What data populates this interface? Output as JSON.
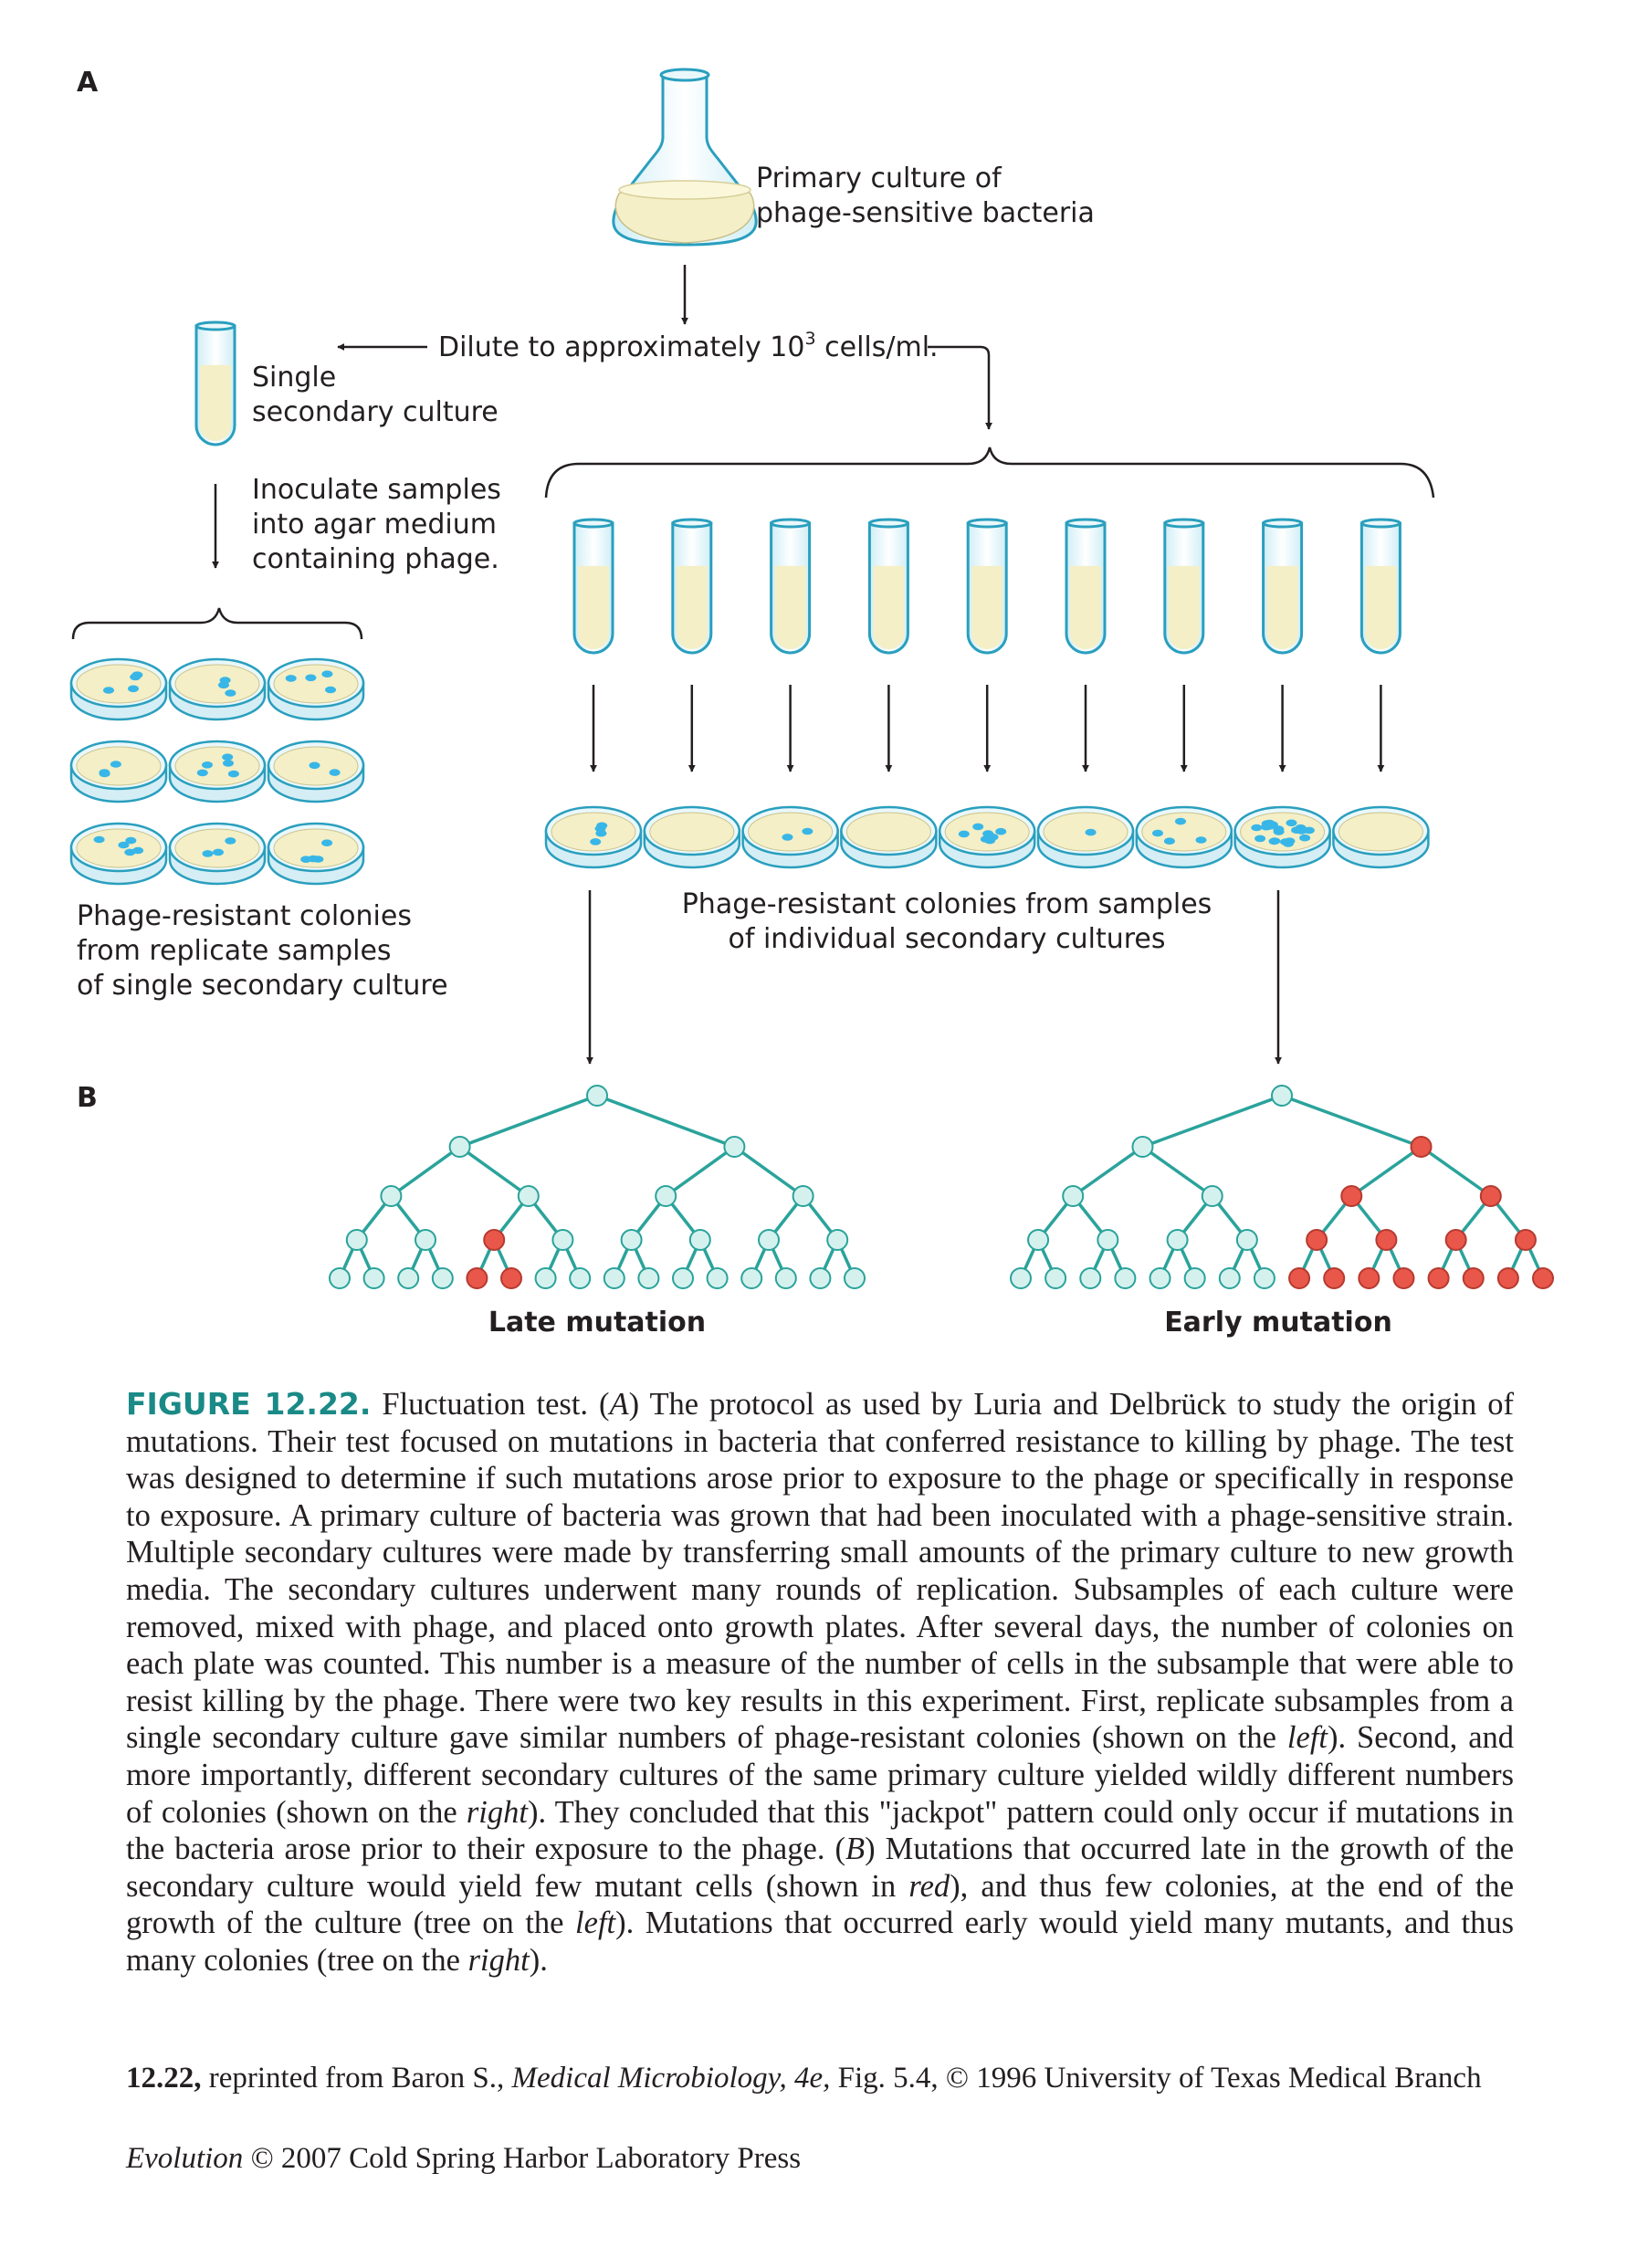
{
  "panel_a": {
    "label": "A",
    "flask_label": [
      "Primary culture of",
      "phage-sensitive bacteria"
    ],
    "dilute_label": "Dilute to approximately 10",
    "dilute_exponent": "3",
    "dilute_suffix": " cells/ml.",
    "single_label": [
      "Single",
      "secondary culture"
    ],
    "inoculate_label": [
      "Inoculate samples",
      "into agar medium",
      "containing phage."
    ],
    "left_result_label": [
      "Phage-resistant colonies",
      "from replicate samples",
      "of single secondary culture"
    ],
    "right_result_label": [
      "Phage-resistant colonies from samples",
      "of individual secondary cultures"
    ],
    "replicate_colony_counts": [
      4,
      3,
      4,
      3,
      5,
      2,
      5,
      3,
      4
    ],
    "individual_colony_counts": [
      4,
      0,
      2,
      0,
      7,
      1,
      4,
      20,
      0
    ]
  },
  "panel_b": {
    "label": "B",
    "late_label": "Late mutation",
    "early_label": "Early mutation"
  },
  "colors": {
    "teal": "#2aa39b",
    "node_fill": "#d5f1ee",
    "mutant": "#e8574a",
    "colony": "#38b6e8",
    "medium": "#f4efc6",
    "caption_label": "#1a8a86"
  },
  "caption": {
    "label": "FIGURE 12.22.",
    "p1": " Fluctuation test. (",
    "a": "A",
    "p2": ") The protocol as used by Luria and Delbrück to study the origin of mutations. Their test focused on mutations in bacteria that conferred resistance to killing by phage. The test was designed to determine if such mutations arose prior to exposure to the phage or specifically in response to exposure. A primary culture of bacteria was grown that had been inoculated with a phage-sensitive strain. Multiple secondary cultures were made by transferring small amounts of the primary culture to new growth media. The secondary cultures underwent many rounds of replication. Subsamples of each culture were removed, mixed with phage, and placed onto growth plates. After several days, the number of colonies on each plate was counted. This number is a measure of the number of cells in the subsample that were able to resist killing by the phage. There were two key results in this experiment. First, replicate subsamples from a single secondary culture gave similar numbers of phage-resistant colonies (shown on the ",
    "left1": "left",
    "p3": "). Second, and more importantly, different secondary cultures of the same primary culture yielded wildly different numbers of colonies (shown on the ",
    "right1": "right",
    "p4": "). They concluded that this \"jackpot\" pattern could only occur if mutations in the bacteria arose prior to their exposure to the phage. (",
    "b": "B",
    "p5": ") Mutations that occurred late in the growth of the secondary culture would yield few mutant cells (shown in ",
    "red": "red",
    "p6": "), and thus few colonies, at the end of the growth of the culture (tree on the ",
    "left2": "left",
    "p7": "). Mutations that occurred early would yield many mutants, and thus many colonies (tree on the ",
    "right2": "right",
    "p8": ")."
  },
  "credit": {
    "id": "12.22,",
    "text1": " reprinted from Baron S., ",
    "book": "Medical Microbiology, 4e,",
    "text2": " Fig. 5.4, © 1996 University of Texas Medical Branch"
  },
  "copyright": {
    "book": "Evolution",
    "text": " © 2007 Cold Spring Harbor Laboratory Press"
  }
}
